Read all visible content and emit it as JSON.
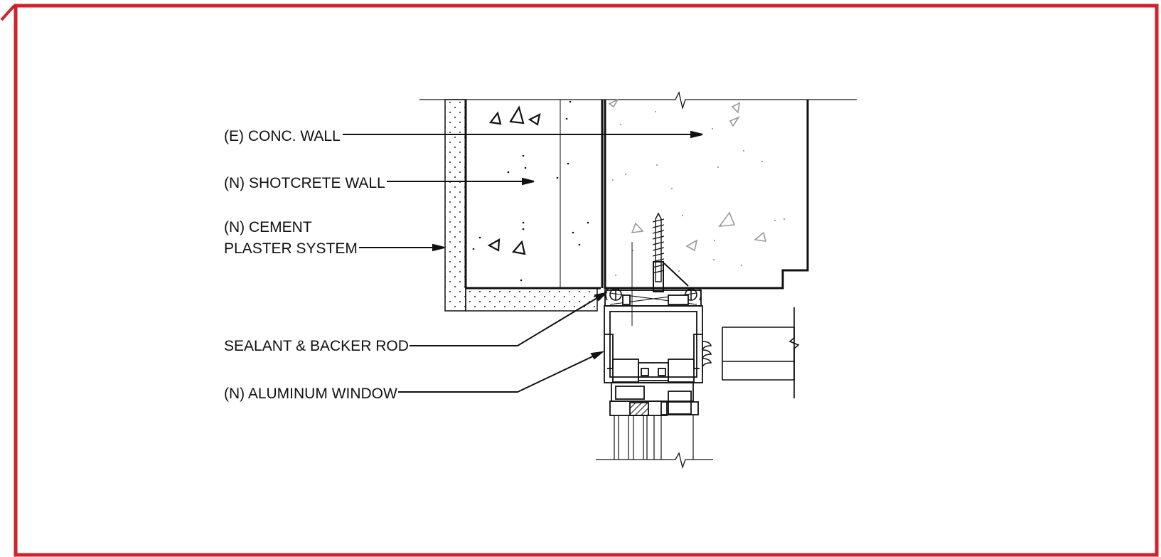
{
  "frame": {
    "border_color": "#d0222b",
    "line_color": "#111111",
    "aggregate_color": "#9a9a9a"
  },
  "labels": {
    "conc_wall": "(E) CONC. WALL",
    "shotcrete_wall": "(N) SHOTCRETE WALL",
    "cement_line1": "(N) CEMENT",
    "cement_line2": "PLASTER SYSTEM",
    "sealant": "SEALANT & BACKER ROD",
    "aluminum_window": "(N) ALUMINUM WINDOW"
  }
}
